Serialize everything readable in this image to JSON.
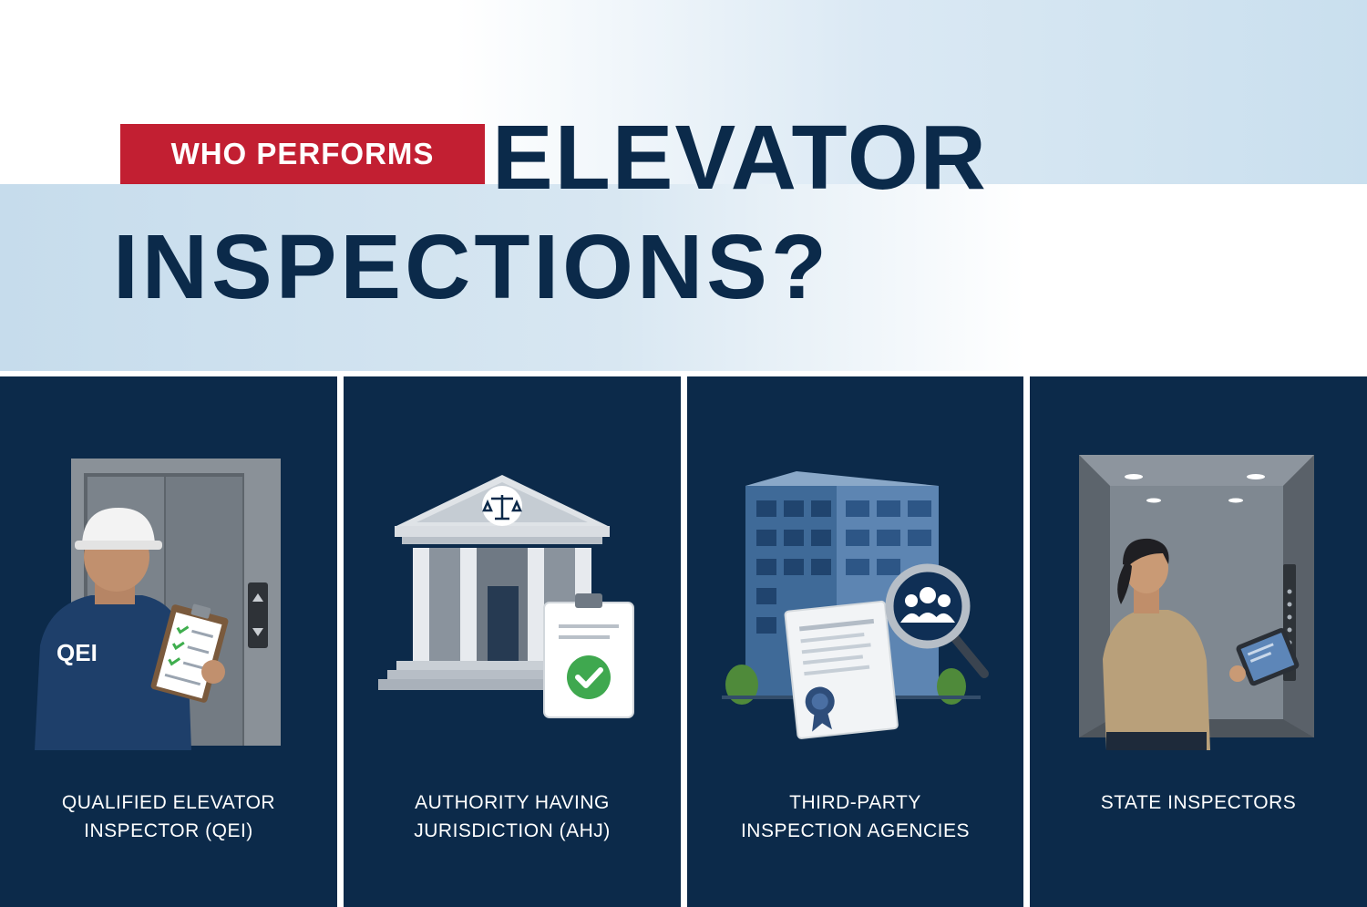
{
  "header": {
    "tag": "WHO PERFORMS",
    "title_line1": "ELEVATOR",
    "title_line2": "INSPECTIONS?"
  },
  "panels": [
    {
      "line1": "QUALIFIED ELEVATOR",
      "line2": "INSPECTOR (QEI)",
      "badge": "QEI",
      "icon": "elevator-inspector-illustration"
    },
    {
      "line1": "AUTHORITY HAVING",
      "line2": "JURISDICTION (AHJ)",
      "icon": "courthouse-illustration"
    },
    {
      "line1": "THIRD-PARTY",
      "line2": "INSPECTION AGENCIES",
      "icon": "office-building-illustration"
    },
    {
      "line1": "STATE INSPECTORS",
      "line2": "",
      "icon": "elevator-cab-inspector-illustration"
    }
  ],
  "colors": {
    "navy": "#0c2a4a",
    "red": "#c21f32",
    "light_blue": "#c9dfee"
  }
}
